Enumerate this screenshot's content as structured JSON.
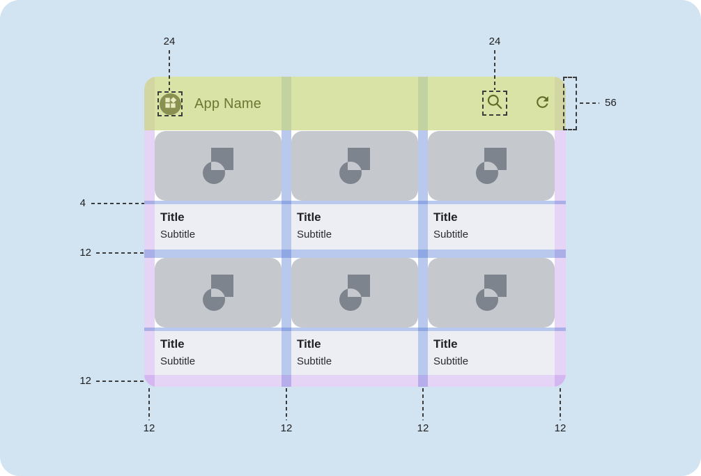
{
  "app": {
    "title": "App Name",
    "icons": {
      "app_icon": "dashboard-grid-icon",
      "search": "search-icon",
      "refresh": "refresh-icon",
      "card_image": "image-placeholder-icon"
    }
  },
  "cards": [
    {
      "title": "Title",
      "subtitle": "Subtitle"
    },
    {
      "title": "Title",
      "subtitle": "Subtitle"
    },
    {
      "title": "Title",
      "subtitle": "Subtitle"
    },
    {
      "title": "Title",
      "subtitle": "Subtitle"
    },
    {
      "title": "Title",
      "subtitle": "Subtitle"
    },
    {
      "title": "Title",
      "subtitle": "Subtitle"
    }
  ],
  "measurements": {
    "appbar_icon_left": "24",
    "appbar_icon_right": "24",
    "appbar_height": "56",
    "image_text_gap": "4",
    "row_gap": "12",
    "bottom_margin": "12",
    "column_labels": [
      "12",
      "12",
      "12",
      "12"
    ]
  },
  "colors": {
    "canvas_bg": "#d2e3f2",
    "appbar_overlay_green": "#dbe5a2",
    "margin_overlay_purple": "#e6d4f6",
    "gutter_overlay_blue": "#b9c9ee",
    "card_image_gray": "#c5c8cd",
    "card_text_bg": "#eceef3",
    "accent_text_olive": "#6b7732"
  }
}
